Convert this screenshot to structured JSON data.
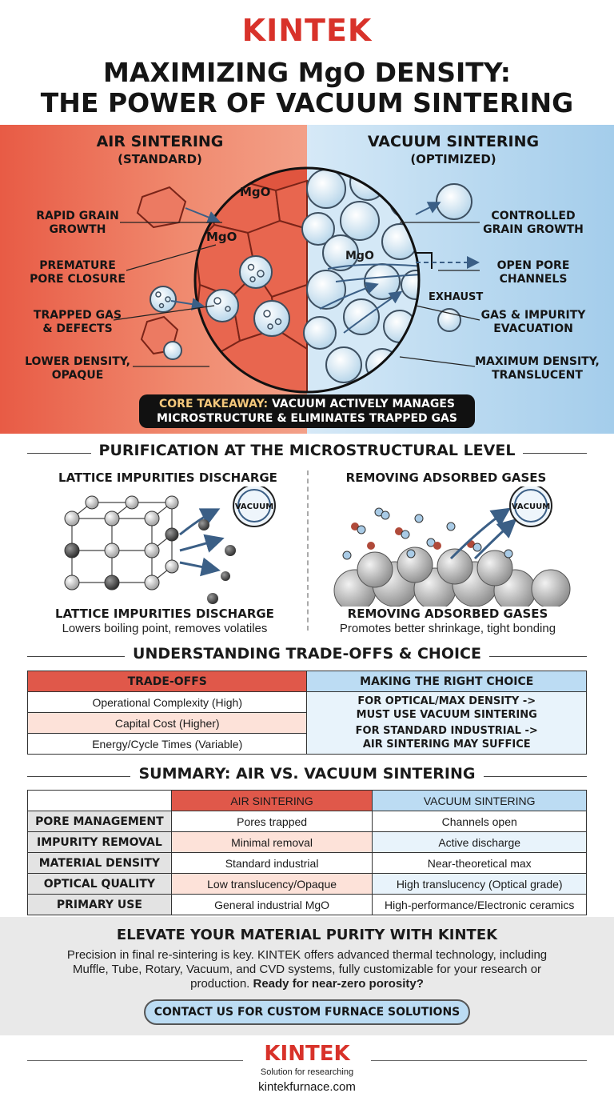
{
  "brand": "KINTEK",
  "title_line1": "MAXIMIZING MgO DENSITY:",
  "title_line2": "THE POWER OF VACUUM SINTERING",
  "hero": {
    "left_title": "AIR SINTERING",
    "left_subtitle": "(STANDARD)",
    "right_title": "VACUUM SINTERING",
    "right_subtitle": "(OPTIMIZED)",
    "grain_label": "MgO",
    "exhaust_label": "EXHAUST",
    "left_labels": [
      "RAPID GRAIN\nGROWTH",
      "PREMATURE\nPORE CLOSURE",
      "TRAPPED GAS\n& DEFECTS",
      "LOWER DENSITY,\nOPAQUE"
    ],
    "right_labels": [
      "CONTROLLED\nGRAIN GROWTH",
      "OPEN PORE\nCHANNELS",
      "GAS & IMPURITY\nEVACUATION",
      "MAXIMUM DENSITY,\nTRANSLUCENT"
    ],
    "takeaway_prefix": "CORE TAKEAWAY:",
    "takeaway_rest": " VACUUM ACTIVELY MANAGES",
    "takeaway_line2": "MICROSTRUCTURE & ELIMINATES TRAPPED GAS"
  },
  "purification": {
    "heading": "PURIFICATION AT THE MICROSTRUCTURAL LEVEL",
    "left_title": "LATTICE IMPURITIES DISCHARGE",
    "right_title": "REMOVING ADSORBED GASES",
    "vacuum_label": "VACUUM",
    "left_caption_title": "LATTICE IMPURITIES DISCHARGE",
    "left_caption": "Lowers boiling point, removes volatiles",
    "right_caption_title": "REMOVING ADSORBED GASES",
    "right_caption": "Promotes better shrinkage, tight bonding"
  },
  "tradeoffs": {
    "heading": "UNDERSTANDING TRADE-OFFS & CHOICE",
    "left_header": "TRADE-OFFS",
    "right_header": "MAKING THE RIGHT CHOICE",
    "rows": [
      "Operational Complexity (High)",
      "Capital Cost (Higher)",
      "Energy/Cycle Times (Variable)"
    ],
    "choice1_line1": "FOR OPTICAL/MAX DENSITY ->",
    "choice1_line2": "MUST USE VACUUM SINTERING",
    "choice2_line1": "FOR STANDARD INDUSTRIAL ->",
    "choice2_line2": "AIR SINTERING MAY SUFFICE"
  },
  "summary": {
    "heading": "SUMMARY: AIR VS. VACUUM SINTERING",
    "col_air": "AIR SINTERING",
    "col_vacuum": "VACUUM SINTERING",
    "rows": [
      {
        "label": "PORE MANAGEMENT",
        "air": "Pores trapped",
        "vacuum": "Channels open"
      },
      {
        "label": "IMPURITY REMOVAL",
        "air": "Minimal removal",
        "vacuum": "Active discharge"
      },
      {
        "label": "MATERIAL DENSITY",
        "air": "Standard industrial",
        "vacuum": "Near-theoretical max"
      },
      {
        "label": "OPTICAL QUALITY",
        "air": "Low translucency/Opaque",
        "vacuum": "High translucency (Optical grade)"
      },
      {
        "label": "PRIMARY USE",
        "air": "General industrial MgO",
        "vacuum": "High-performance/Electronic ceramics"
      }
    ]
  },
  "cta": {
    "title": "ELEVATE YOUR MATERIAL PURITY WITH KINTEK",
    "body": "Precision in final re-sintering is key. KINTEK offers advanced thermal technology, including Muffle, Tube, Rotary, Vacuum, and CVD systems, fully customizable for your research or production. ",
    "body_bold": "Ready for near-zero porosity?",
    "button": "CONTACT US FOR CUSTOM FURNACE SOLUTIONS"
  },
  "footer": {
    "brand": "KINTEK",
    "tagline": "Solution for researching",
    "url": "kintekfurnace.com"
  },
  "colors": {
    "brand_red": "#d8322a",
    "air_red": "#e85b45",
    "vacuum_blue": "#b9d9f0"
  }
}
